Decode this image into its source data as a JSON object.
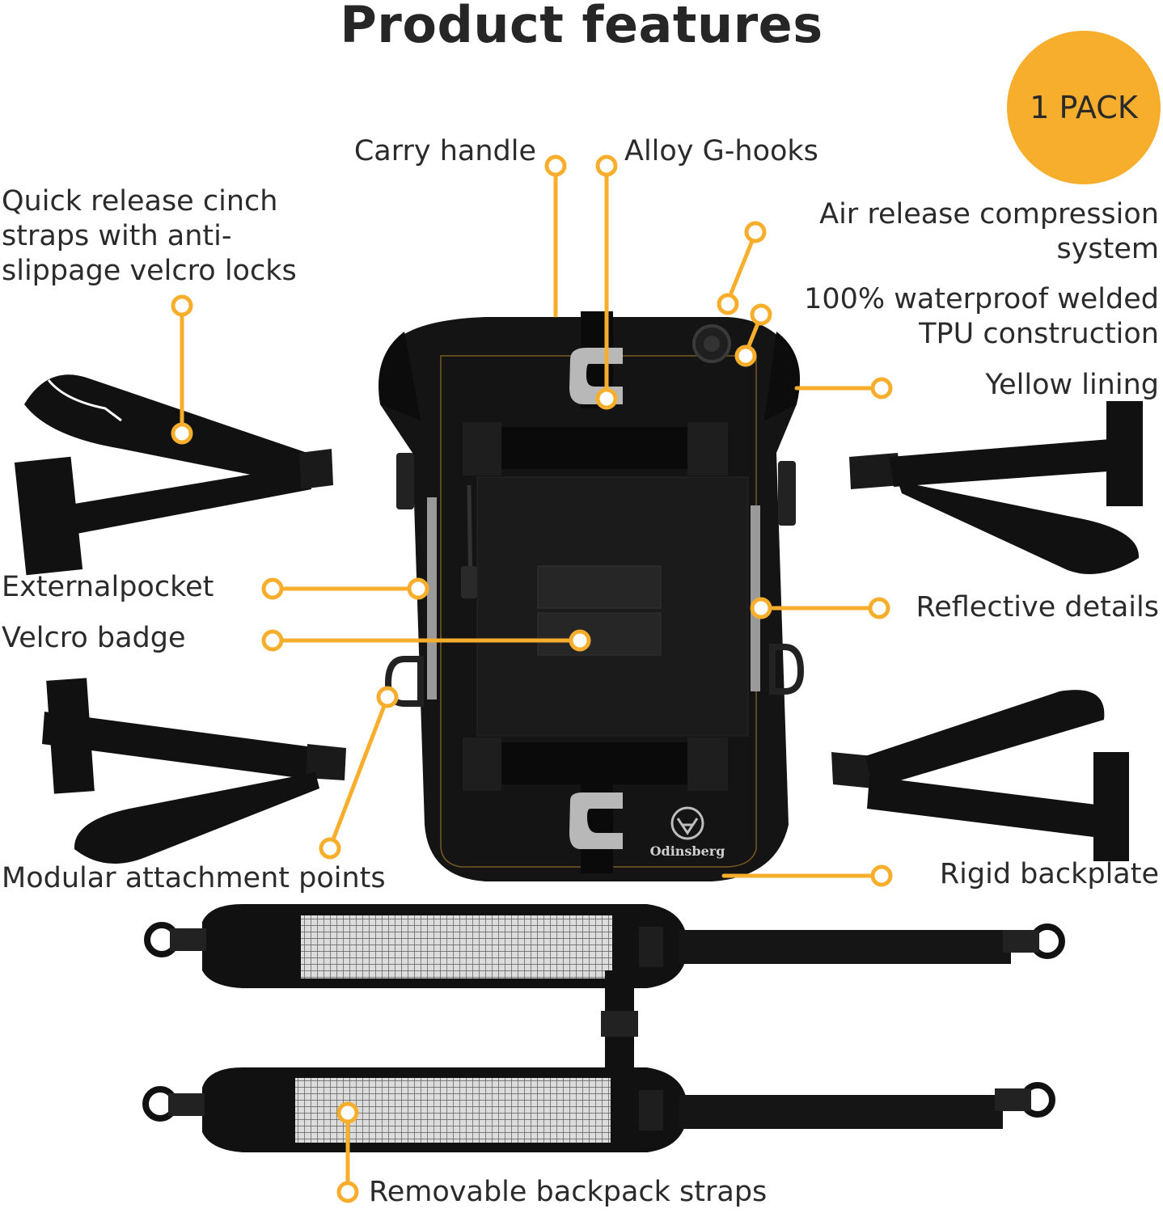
{
  "page": {
    "title": "Product features",
    "badge": "1 PACK",
    "accent_color": "#f7ae2c",
    "brand_logo_text": "Odinsberg"
  },
  "features": {
    "carry_handle": "Carry handle",
    "alloy_g_hooks": "Alloy G-hooks",
    "quick_release_line1": "Quick release cinch",
    "quick_release_line2": "straps with anti-",
    "quick_release_line3": "slippage velcro locks",
    "air_release_line1": "Air release compression",
    "air_release_line2": "system",
    "waterproof_line1": "100% waterproof welded",
    "waterproof_line2": "TPU construction",
    "yellow_lining": "Yellow lining",
    "external_pocket": "Externalpocket",
    "velcro_badge": "Velcro badge",
    "reflective_details": "Reflective details",
    "modular_attachment": "Modular attachment points",
    "rigid_backplate": "Rigid backplate",
    "removable_straps": "Removable backpack straps"
  }
}
